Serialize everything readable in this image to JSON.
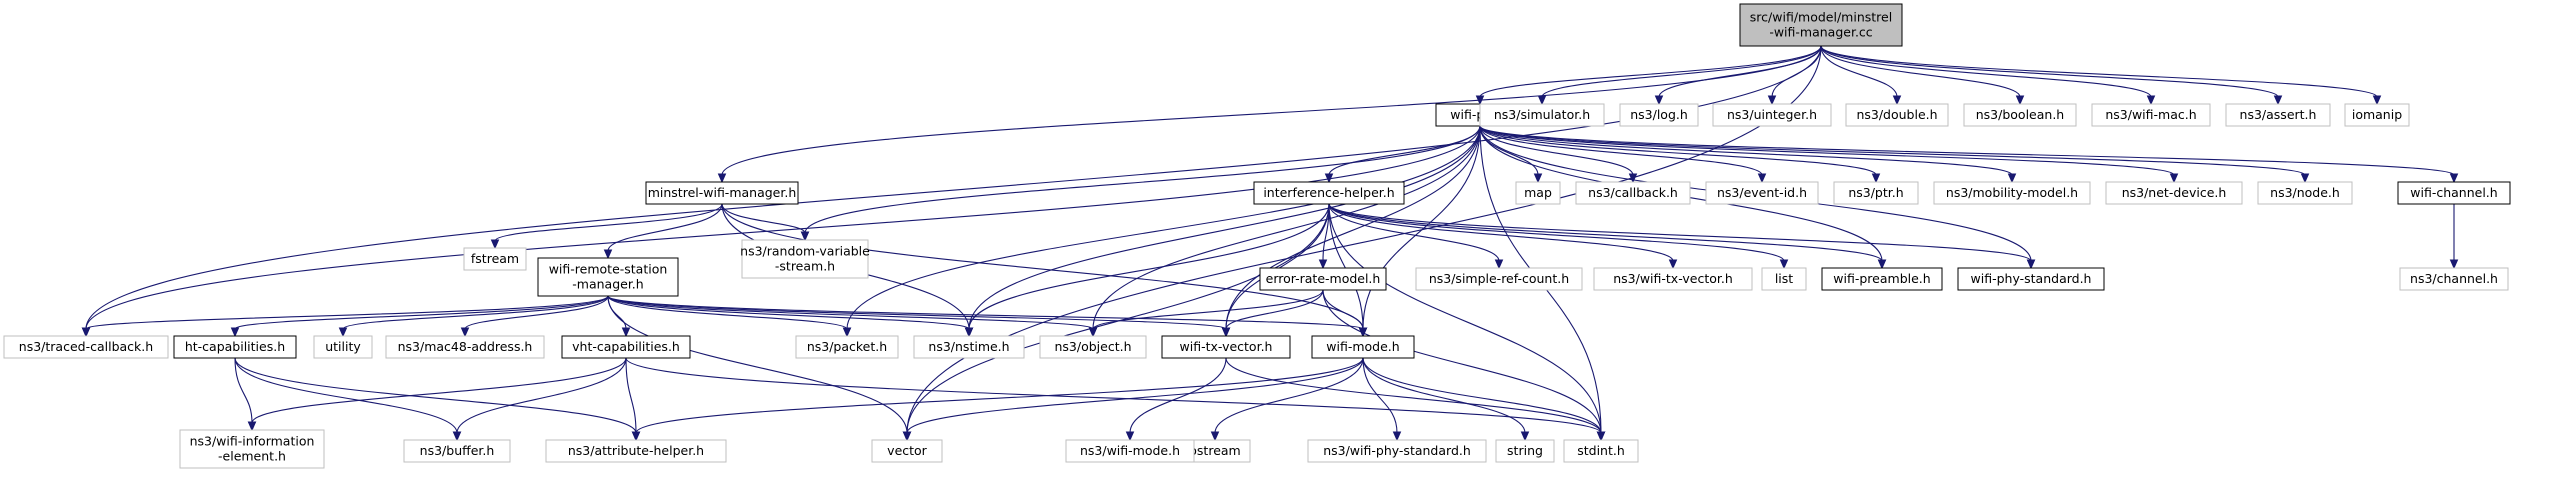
{
  "diagram": {
    "root": "src/wifi/model/minstrel-wifi-manager.cc",
    "nodes": [
      {
        "id": "root",
        "lines": [
          "src/wifi/model/minstrel",
          "-wifi-manager.cc"
        ],
        "style": "root"
      },
      {
        "id": "wifiphy",
        "lines": [
          "wifi-phy.h"
        ],
        "style": "doc"
      },
      {
        "id": "simulator",
        "lines": [
          "ns3/simulator.h"
        ],
        "style": "ext"
      },
      {
        "id": "log",
        "lines": [
          "ns3/log.h"
        ],
        "style": "ext"
      },
      {
        "id": "uinteger",
        "lines": [
          "ns3/uinteger.h"
        ],
        "style": "ext"
      },
      {
        "id": "double",
        "lines": [
          "ns3/double.h"
        ],
        "style": "ext"
      },
      {
        "id": "boolean",
        "lines": [
          "ns3/boolean.h"
        ],
        "style": "ext"
      },
      {
        "id": "wifimac",
        "lines": [
          "ns3/wifi-mac.h"
        ],
        "style": "ext"
      },
      {
        "id": "assert",
        "lines": [
          "ns3/assert.h"
        ],
        "style": "ext"
      },
      {
        "id": "iomanip",
        "lines": [
          "iomanip"
        ],
        "style": "ext"
      },
      {
        "id": "minstrelh",
        "lines": [
          "minstrel-wifi-manager.h"
        ],
        "style": "doc"
      },
      {
        "id": "interf",
        "lines": [
          "interference-helper.h"
        ],
        "style": "doc"
      },
      {
        "id": "map",
        "lines": [
          "map"
        ],
        "style": "ext"
      },
      {
        "id": "callback",
        "lines": [
          "ns3/callback.h"
        ],
        "style": "ext"
      },
      {
        "id": "eventid",
        "lines": [
          "ns3/event-id.h"
        ],
        "style": "ext"
      },
      {
        "id": "ptr",
        "lines": [
          "ns3/ptr.h"
        ],
        "style": "ext"
      },
      {
        "id": "mobility",
        "lines": [
          "ns3/mobility-model.h"
        ],
        "style": "ext"
      },
      {
        "id": "netdevice",
        "lines": [
          "ns3/net-device.h"
        ],
        "style": "ext"
      },
      {
        "id": "node",
        "lines": [
          "ns3/node.h"
        ],
        "style": "ext"
      },
      {
        "id": "wifichannel",
        "lines": [
          "wifi-channel.h"
        ],
        "style": "doc"
      },
      {
        "id": "fstream",
        "lines": [
          "fstream"
        ],
        "style": "ext"
      },
      {
        "id": "randvar",
        "lines": [
          "ns3/random-variable",
          "-stream.h"
        ],
        "style": "ext"
      },
      {
        "id": "remote",
        "lines": [
          "wifi-remote-station",
          "-manager.h"
        ],
        "style": "doc"
      },
      {
        "id": "errrate",
        "lines": [
          "error-rate-model.h"
        ],
        "style": "doc"
      },
      {
        "id": "simpleref",
        "lines": [
          "ns3/simple-ref-count.h"
        ],
        "style": "ext"
      },
      {
        "id": "ns3txvec",
        "lines": [
          "ns3/wifi-tx-vector.h"
        ],
        "style": "ext"
      },
      {
        "id": "list",
        "lines": [
          "list"
        ],
        "style": "ext"
      },
      {
        "id": "preamble",
        "lines": [
          "wifi-preamble.h"
        ],
        "style": "doc"
      },
      {
        "id": "phystd",
        "lines": [
          "wifi-phy-standard.h"
        ],
        "style": "doc"
      },
      {
        "id": "channelh",
        "lines": [
          "ns3/channel.h"
        ],
        "style": "ext"
      },
      {
        "id": "traced",
        "lines": [
          "ns3/traced-callback.h"
        ],
        "style": "ext"
      },
      {
        "id": "htcap",
        "lines": [
          "ht-capabilities.h"
        ],
        "style": "doc"
      },
      {
        "id": "utility",
        "lines": [
          "utility"
        ],
        "style": "ext"
      },
      {
        "id": "mac48",
        "lines": [
          "ns3/mac48-address.h"
        ],
        "style": "ext"
      },
      {
        "id": "vhtcap",
        "lines": [
          "vht-capabilities.h"
        ],
        "style": "doc"
      },
      {
        "id": "packet",
        "lines": [
          "ns3/packet.h"
        ],
        "style": "ext"
      },
      {
        "id": "nstime",
        "lines": [
          "ns3/nstime.h"
        ],
        "style": "ext"
      },
      {
        "id": "object",
        "lines": [
          "ns3/object.h"
        ],
        "style": "ext"
      },
      {
        "id": "txvec",
        "lines": [
          "wifi-tx-vector.h"
        ],
        "style": "doc"
      },
      {
        "id": "mode",
        "lines": [
          "wifi-mode.h"
        ],
        "style": "doc"
      },
      {
        "id": "stdint",
        "lines": [
          "stdint.h"
        ],
        "style": "ext"
      },
      {
        "id": "wifiinfo",
        "lines": [
          "ns3/wifi-information",
          "-element.h"
        ],
        "style": "ext"
      },
      {
        "id": "buffer",
        "lines": [
          "ns3/buffer.h"
        ],
        "style": "ext"
      },
      {
        "id": "attrhelper",
        "lines": [
          "ns3/attribute-helper.h"
        ],
        "style": "ext"
      },
      {
        "id": "vector",
        "lines": [
          "vector"
        ],
        "style": "ext"
      },
      {
        "id": "ostream",
        "lines": [
          "ostream"
        ],
        "style": "ext"
      },
      {
        "id": "ns3mode",
        "lines": [
          "ns3/wifi-mode.h"
        ],
        "style": "ext"
      },
      {
        "id": "ns3phystd",
        "lines": [
          "ns3/wifi-phy-standard.h"
        ],
        "style": "ext"
      },
      {
        "id": "string",
        "lines": [
          "string"
        ],
        "style": "ext"
      }
    ],
    "edges": [
      [
        "root",
        "wifiphy"
      ],
      [
        "root",
        "simulator"
      ],
      [
        "root",
        "log"
      ],
      [
        "root",
        "uinteger"
      ],
      [
        "root",
        "double"
      ],
      [
        "root",
        "boolean"
      ],
      [
        "root",
        "wifimac"
      ],
      [
        "root",
        "assert"
      ],
      [
        "root",
        "iomanip"
      ],
      [
        "root",
        "minstrelh"
      ],
      [
        "root",
        "traced"
      ],
      [
        "root",
        "vector"
      ],
      [
        "wifiphy",
        "interf"
      ],
      [
        "wifiphy",
        "map"
      ],
      [
        "wifiphy",
        "callback"
      ],
      [
        "wifiphy",
        "eventid"
      ],
      [
        "wifiphy",
        "ptr"
      ],
      [
        "wifiphy",
        "mobility"
      ],
      [
        "wifiphy",
        "netdevice"
      ],
      [
        "wifiphy",
        "node"
      ],
      [
        "wifiphy",
        "wifichannel"
      ],
      [
        "wifiphy",
        "randvar"
      ],
      [
        "wifiphy",
        "traced"
      ],
      [
        "wifiphy",
        "packet"
      ],
      [
        "wifiphy",
        "nstime"
      ],
      [
        "wifiphy",
        "object"
      ],
      [
        "wifiphy",
        "txvec"
      ],
      [
        "wifiphy",
        "mode"
      ],
      [
        "wifiphy",
        "preamble"
      ],
      [
        "wifiphy",
        "phystd"
      ],
      [
        "wifiphy",
        "stdint"
      ],
      [
        "minstrelh",
        "fstream"
      ],
      [
        "minstrelh",
        "randvar"
      ],
      [
        "minstrelh",
        "remote"
      ],
      [
        "minstrelh",
        "nstime"
      ],
      [
        "minstrelh",
        "mode"
      ],
      [
        "interf",
        "errrate"
      ],
      [
        "interf",
        "simpleref"
      ],
      [
        "interf",
        "ns3txvec"
      ],
      [
        "interf",
        "list"
      ],
      [
        "interf",
        "preamble"
      ],
      [
        "interf",
        "phystd"
      ],
      [
        "interf",
        "nstime"
      ],
      [
        "interf",
        "txvec"
      ],
      [
        "interf",
        "mode"
      ],
      [
        "interf",
        "vector"
      ],
      [
        "interf",
        "stdint"
      ],
      [
        "wifichannel",
        "channelh"
      ],
      [
        "remote",
        "traced"
      ],
      [
        "remote",
        "htcap"
      ],
      [
        "remote",
        "utility"
      ],
      [
        "remote",
        "mac48"
      ],
      [
        "remote",
        "vhtcap"
      ],
      [
        "remote",
        "packet"
      ],
      [
        "remote",
        "nstime"
      ],
      [
        "remote",
        "object"
      ],
      [
        "remote",
        "txvec"
      ],
      [
        "remote",
        "mode"
      ],
      [
        "remote",
        "vector"
      ],
      [
        "errrate",
        "object"
      ],
      [
        "errrate",
        "txvec"
      ],
      [
        "errrate",
        "mode"
      ],
      [
        "errrate",
        "stdint"
      ],
      [
        "htcap",
        "wifiinfo"
      ],
      [
        "htcap",
        "buffer"
      ],
      [
        "htcap",
        "attrhelper"
      ],
      [
        "vhtcap",
        "wifiinfo"
      ],
      [
        "vhtcap",
        "buffer"
      ],
      [
        "vhtcap",
        "attrhelper"
      ],
      [
        "vhtcap",
        "stdint"
      ],
      [
        "txvec",
        "ns3mode"
      ],
      [
        "txvec",
        "stdint"
      ],
      [
        "mode",
        "ns3phystd"
      ],
      [
        "mode",
        "ostream"
      ],
      [
        "mode",
        "string"
      ],
      [
        "mode",
        "vector"
      ],
      [
        "mode",
        "stdint"
      ],
      [
        "mode",
        "attrhelper"
      ]
    ]
  }
}
